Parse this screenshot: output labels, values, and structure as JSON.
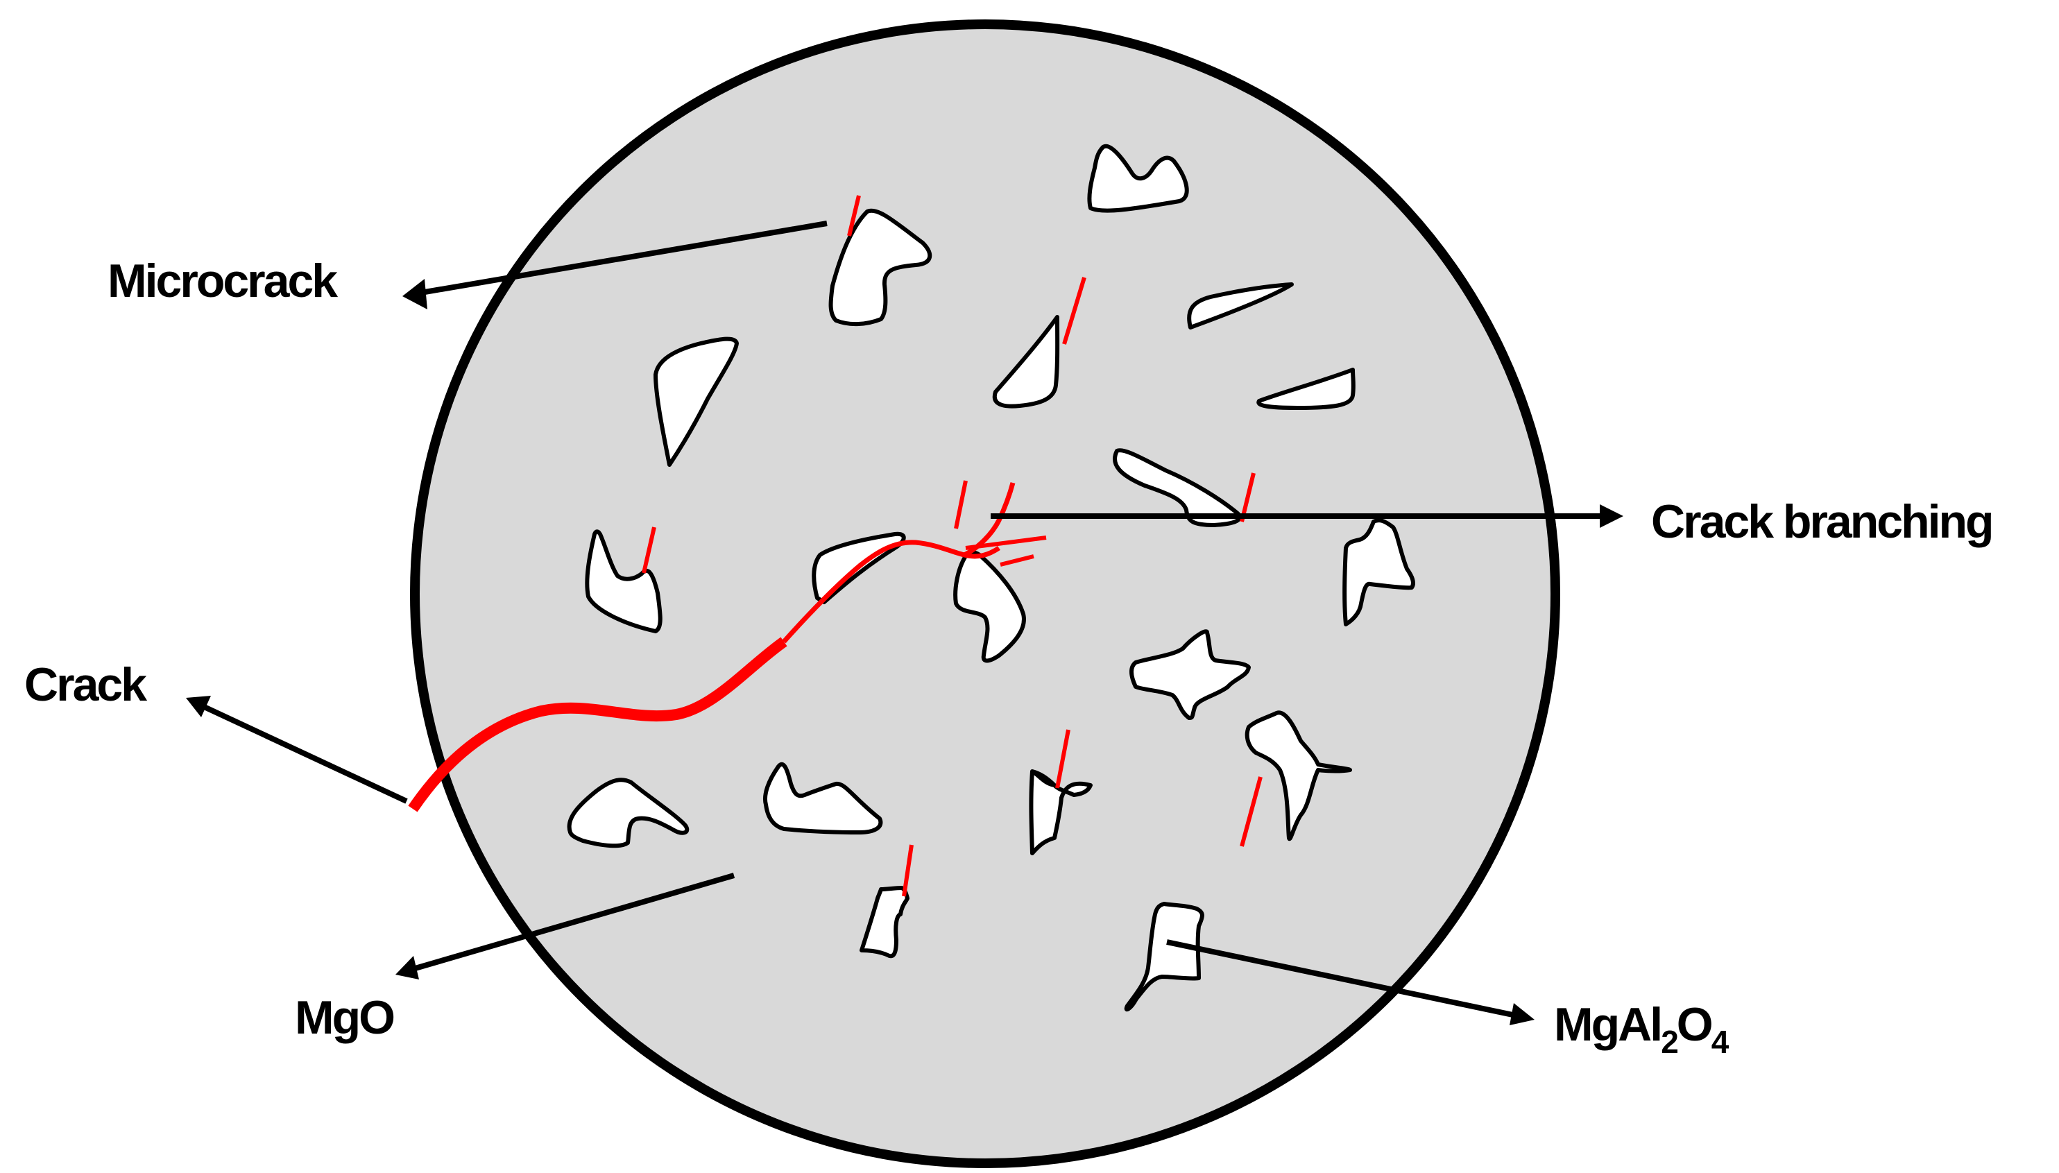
{
  "diagram": {
    "description": "Schematic of MgO matrix with MgAl2O4 particles showing crack propagation",
    "colors": {
      "matrix_fill": "#d9d9d9",
      "outline": "#000000",
      "particle_fill": "#ffffff",
      "crack": "#ff0000",
      "background": "#ffffff"
    },
    "labels": {
      "microcrack": "Microcrack",
      "crack_branching": "Crack branching",
      "crack": "Crack",
      "mgo": "MgO",
      "spinel_base": "MgAl",
      "spinel_sub1": "2",
      "spinel_o": "O",
      "spinel_sub2": "4"
    },
    "annotations": [
      {
        "label": "Microcrack",
        "points_to": "microcrack at particle edge"
      },
      {
        "label": "Crack branching",
        "points_to": "branching crack tip"
      },
      {
        "label": "Crack",
        "points_to": "main red crack"
      },
      {
        "label": "MgO",
        "points_to": "grey matrix"
      },
      {
        "label": "MgAl2O4",
        "points_to": "white particle"
      }
    ]
  }
}
